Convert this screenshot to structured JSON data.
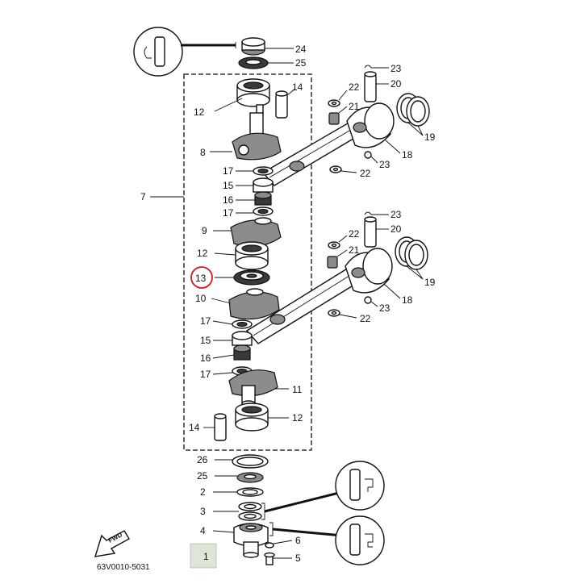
{
  "diagram": {
    "part_number_code": "63V0010-5031",
    "fwd_label": "FWD",
    "highlighted_callout": "13",
    "highlight_color": "#d9141b",
    "callouts": {
      "c24": "24",
      "c25_top": "25",
      "c23_a": "23",
      "c22_a": "22",
      "c20_a": "20",
      "c21_a": "21",
      "c19_a": "19",
      "c18_a": "18",
      "c23_b": "23",
      "c22_b": "22",
      "c14_top": "14",
      "c12_top": "12",
      "c8": "8",
      "c17_a": "17",
      "c15_a": "15",
      "c16_a": "16",
      "c17_b": "17",
      "c7": "7",
      "c9": "9",
      "c12_mid": "12",
      "c13": "13",
      "c10": "10",
      "c23_c": "23",
      "c22_c": "22",
      "c20_b": "20",
      "c21_b": "21",
      "c19_b": "19",
      "c18_b": "18",
      "c23_d": "23",
      "c22_d": "22",
      "c17_c": "17",
      "c15_b": "15",
      "c16_b": "16",
      "c17_d": "17",
      "c11": "11",
      "c12_bot": "12",
      "c14_bot": "14",
      "c26": "26",
      "c25_bot": "25",
      "c2": "2",
      "c3": "3",
      "c4": "4",
      "c6": "6",
      "c5": "5",
      "c1": "1"
    }
  }
}
